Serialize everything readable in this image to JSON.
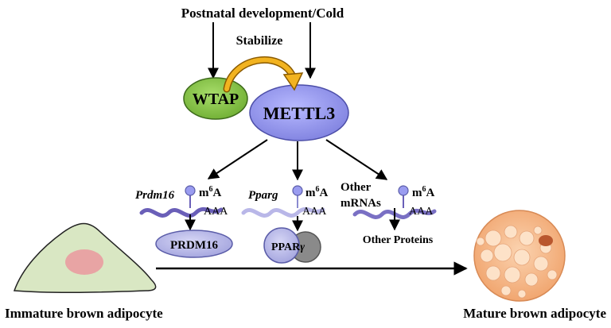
{
  "top_label": "Postnatal development/Cold",
  "stabilize_label": "Stabilize",
  "wtap_label": "WTAP",
  "mettl3_label": "METTL3",
  "mrna_prdm16": {
    "name": "Prdm16",
    "mod": "m",
    "mod_sup": "6",
    "mod_base": "A",
    "tail": "AAA",
    "protein": "PRDM16"
  },
  "mrna_pparg": {
    "name": "Pparg",
    "mod": "m",
    "mod_sup": "6",
    "mod_base": "A",
    "tail": "AAA",
    "protein": "PPAR",
    "protein_greek": "γ"
  },
  "mrna_other": {
    "name_line1": "Other",
    "name_line2": "mRNAs",
    "mod": "m",
    "mod_sup": "6",
    "mod_base": "A",
    "tail": "AAA",
    "protein": "Other Proteins"
  },
  "immature_label": "Immature brown adipocyte",
  "mature_label": "Mature brown adipocyte",
  "colors": {
    "mettl3_fill": "#9a9cf0",
    "wtap_fill": "#8cc84b",
    "stabilize_arrow": "#f2b320",
    "protein_fill": "#b8b8e6",
    "protein_stroke": "#5a5ca8",
    "pparg_partner": "#8a8a8a",
    "mrna_dark": "#6a5fb8",
    "mrna_light": "#b9b7e8",
    "immature_cell": "#d9e7c3",
    "immature_nucleus": "#e8a4a4",
    "mature_cell": "#f6b98c"
  }
}
